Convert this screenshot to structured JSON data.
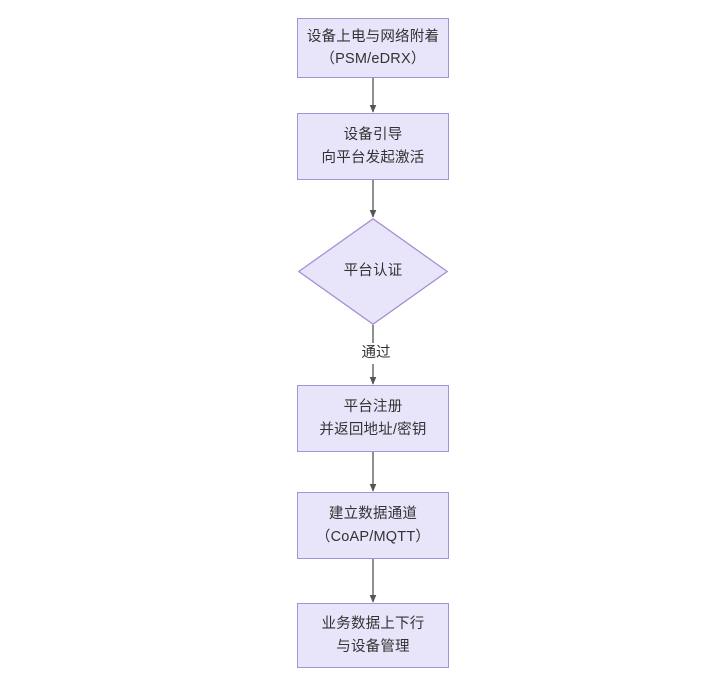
{
  "diagram": {
    "type": "flowchart",
    "orientation": "vertical-top-to-bottom",
    "background_color": "#ffffff",
    "node_fill_color": "#e8e4fa",
    "node_border_color": "#a98fd4",
    "node_text_color": "#333333",
    "connector_color": "#555555",
    "nodes": [
      {
        "id": "power-on",
        "shape": "rectangle",
        "lines": [
          "设备上电与网络附着",
          "（PSM/eDRX）"
        ]
      },
      {
        "id": "bootstrap",
        "shape": "rectangle",
        "lines": [
          "设备引导",
          "向平台发起激活"
        ]
      },
      {
        "id": "platform-auth",
        "shape": "diamond",
        "lines": [
          "平台认证"
        ]
      },
      {
        "id": "platform-register",
        "shape": "rectangle",
        "lines": [
          "平台注册",
          "并返回地址/密钥"
        ]
      },
      {
        "id": "data-channel",
        "shape": "rectangle",
        "lines": [
          "建立数据通道",
          "（CoAP/MQTT）"
        ]
      },
      {
        "id": "service-data",
        "shape": "rectangle",
        "lines": [
          "业务数据上下行",
          "与设备管理"
        ]
      }
    ],
    "edges": [
      {
        "from": "power-on",
        "to": "bootstrap",
        "label": ""
      },
      {
        "from": "bootstrap",
        "to": "platform-auth",
        "label": ""
      },
      {
        "from": "platform-auth",
        "to": "platform-register",
        "label": "通过"
      },
      {
        "from": "platform-register",
        "to": "data-channel",
        "label": ""
      },
      {
        "from": "data-channel",
        "to": "service-data",
        "label": ""
      }
    ]
  }
}
